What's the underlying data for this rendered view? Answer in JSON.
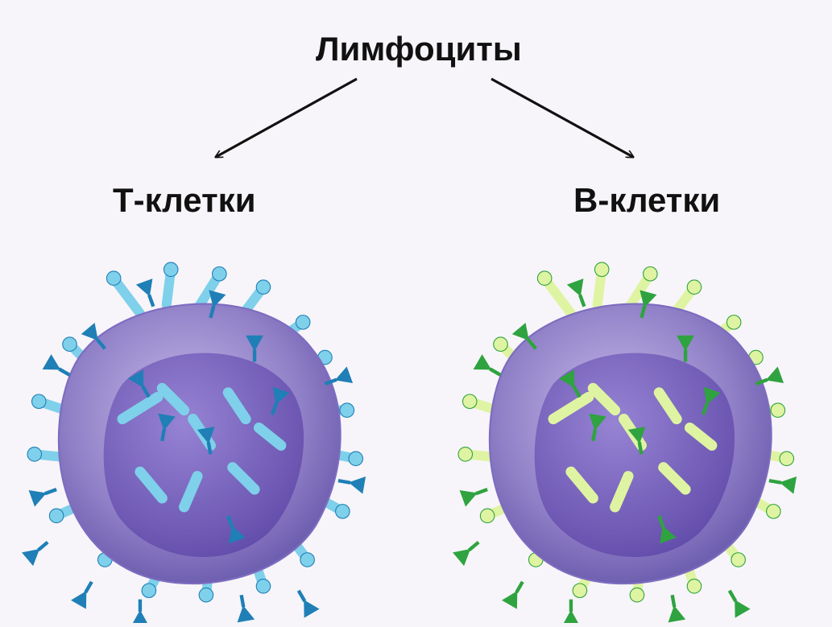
{
  "title": "Лимфоциты",
  "left_label": "Т-клетки",
  "right_label": "В-клетки",
  "colors": {
    "background": "#f7f5f9",
    "text": "#111111",
    "cell_body": "#8f7fc7",
    "nucleus": "#5e47a8",
    "t_receptor_light": "#7fd0ea",
    "t_receptor_dark": "#1f7fb6",
    "b_receptor_light": "#dff4a2",
    "b_receptor_dark": "#2fa33f"
  }
}
